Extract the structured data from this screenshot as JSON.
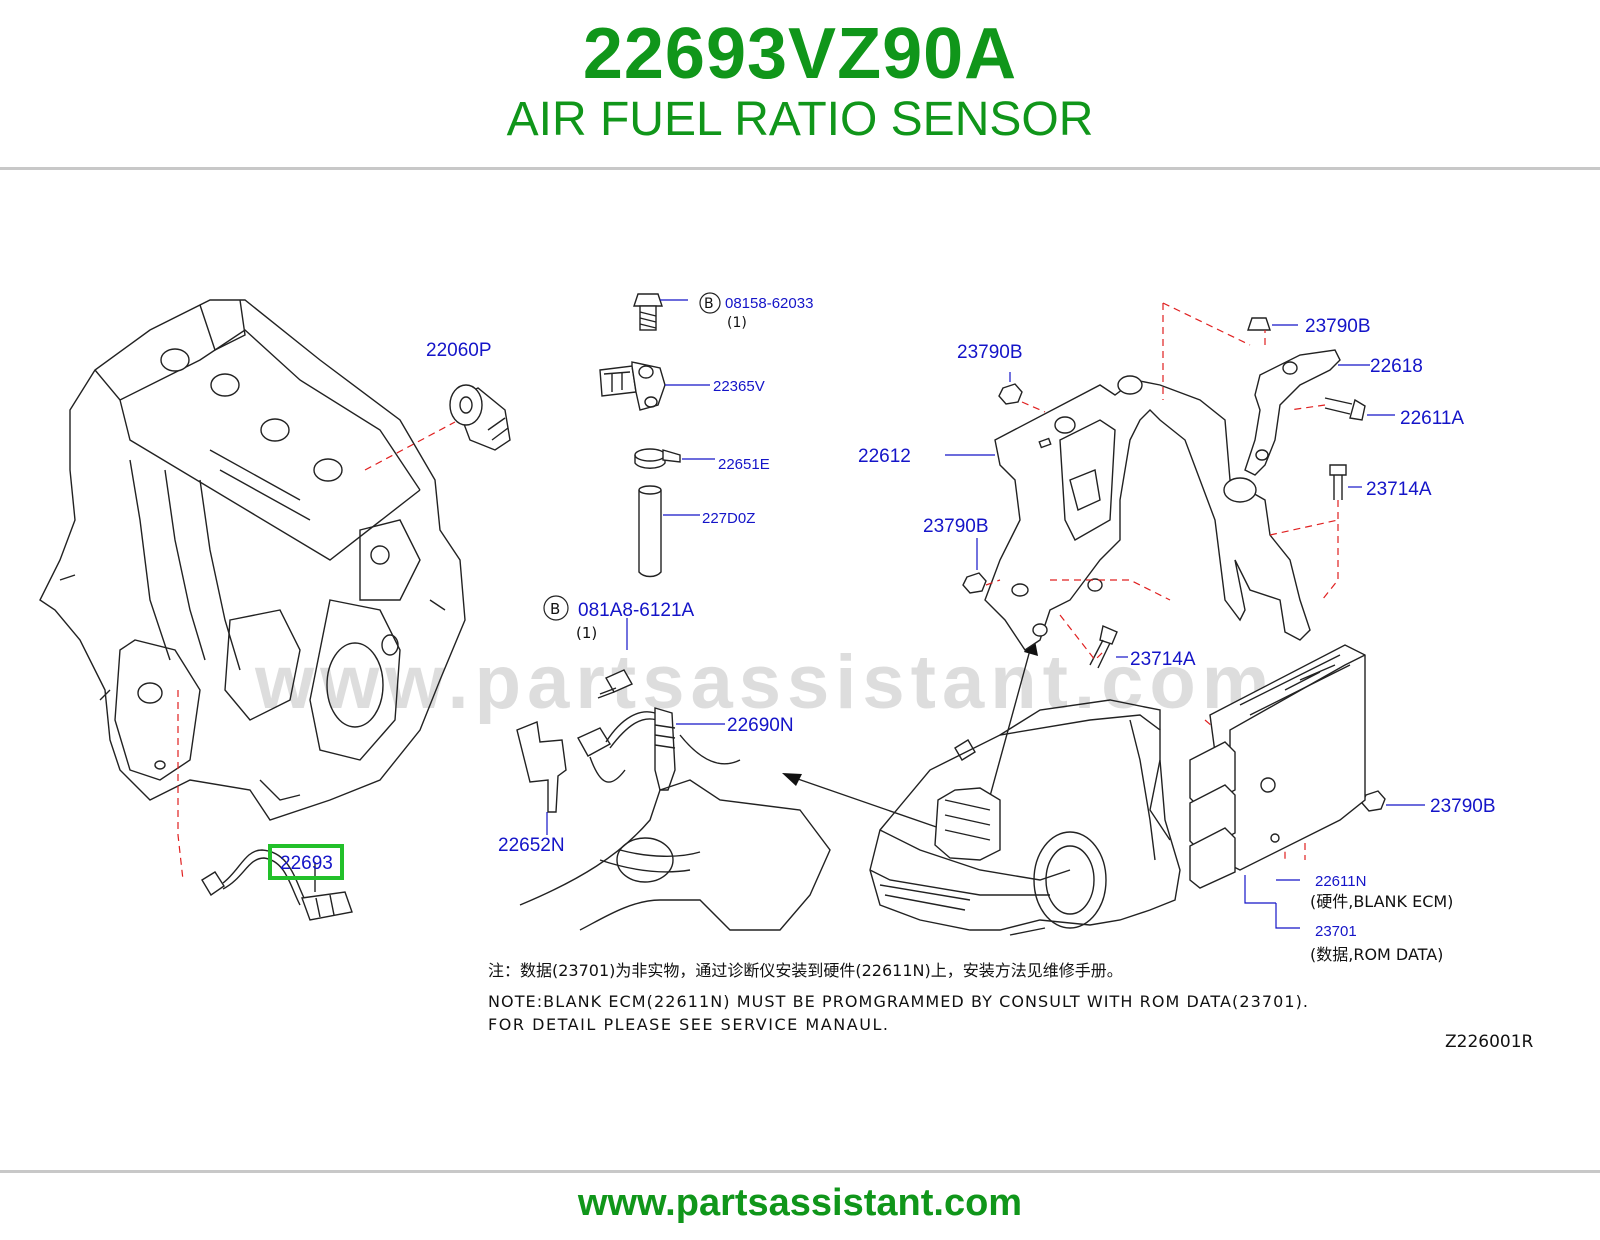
{
  "header": {
    "part_number": "22693VZ90A",
    "part_name": "AIR FUEL RATIO SENSOR"
  },
  "diagram": {
    "watermark": "www.partsassistant.com",
    "labels": {
      "p22060P": "22060P",
      "p08158": "08158-62033",
      "p08158_qty": "(1)",
      "p22365V": "22365V",
      "p22651E": "22651E",
      "p227D0Z": "227D0Z",
      "p081A8": "081A8-6121A",
      "p081A8_qty": "(1)",
      "p22690N": "22690N",
      "p22652N": "22652N",
      "p22693": "22693",
      "p23790B_a": "23790B",
      "p23790B_b": "23790B",
      "p23790B_c": "23790B",
      "p23790B_d": "23790B",
      "p22618": "22618",
      "p22611A": "22611A",
      "p23714A_a": "23714A",
      "p23714A_b": "23714A",
      "p22612": "22612",
      "p22611N": "22611N",
      "p22611N_desc": "(硬件,BLANK  ECM)",
      "p23701": "23701",
      "p23701_desc": "(数据,ROM  DATA)",
      "bolt_marker": "B",
      "diagram_code": "Z226001R"
    },
    "notes": {
      "chinese": "注：数据(23701)为非实物，通过诊断仪安装到硬件(22611N)上，安装方法见维修手册。",
      "english_line1": "NOTE:BLANK  ECM(22611N)  MUST  BE  PROMGRAMMED  BY  CONSULT  WITH  ROM  DATA(23701).",
      "english_line2": "FOR  DETAIL  PLEASE  SEE  SERVICE  MANAUL."
    },
    "highlight_color": "#22c02a",
    "label_color": "#1414c8"
  },
  "footer": {
    "url": "www.partsassistant.com"
  }
}
